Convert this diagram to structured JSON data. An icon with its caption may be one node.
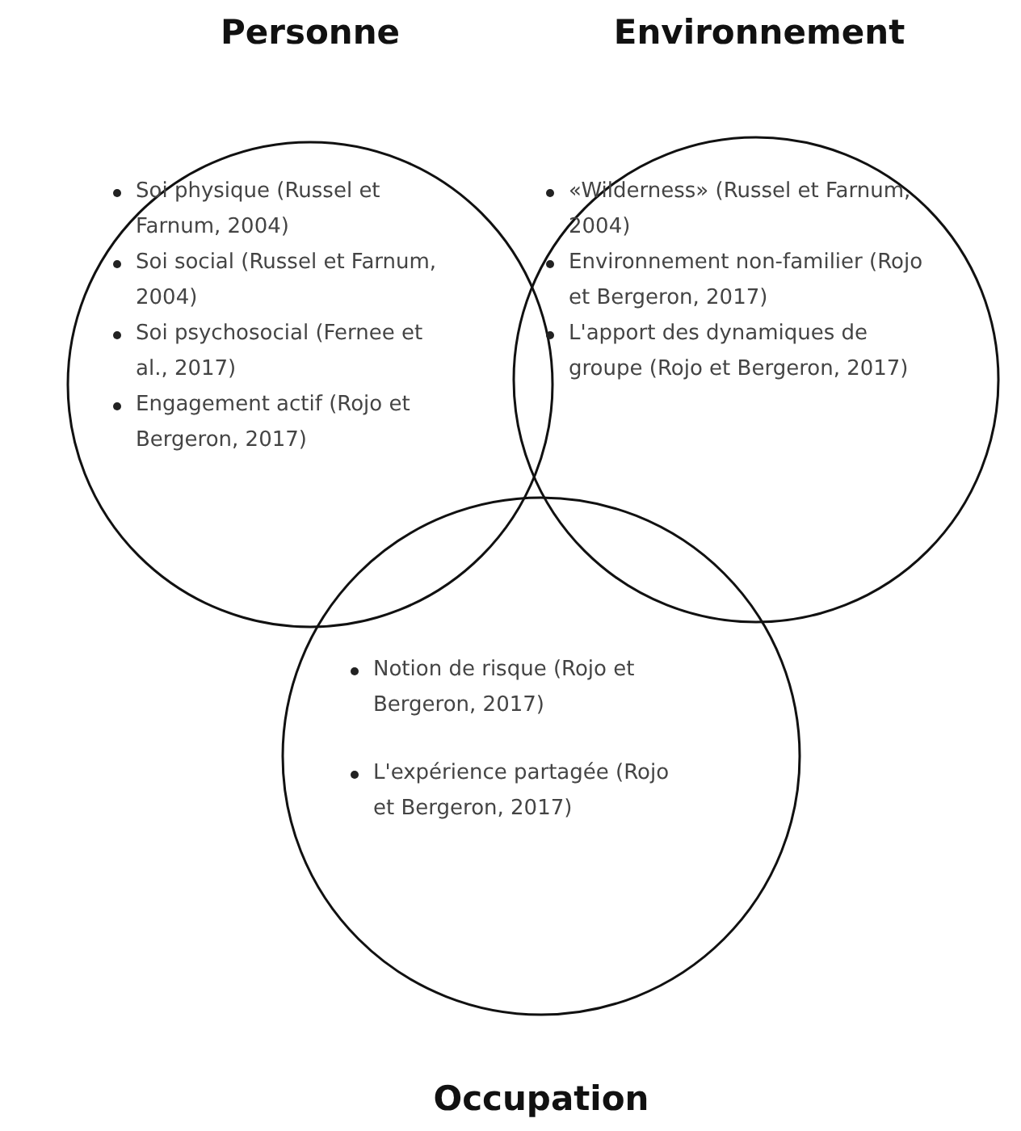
{
  "diagram": {
    "nodes": [
      {
        "text": [
          "Personne",
          "Soi physique (Russel et Farnum, 2004)",
          "Soi social (Russel et Farnum, 2004)",
          "Soi psychosocial (Fernee et al., 2017)",
          "Engagement actif (Rojo et Bergeron, 2017)"
        ]
      },
      {
        "text": [
          "Environnement",
          "«Wilderness» (Russel et Farnum, 2004)",
          "Environnement non-familier (Rojo et Bergeron, 2017)",
          "L'apport des dynamiques de groupe (Rojo et Bergeron, 2017)"
        ]
      },
      {
        "text": [
          "Notion de risque (Rojo et Bergeron, 2017)",
          "L'expérience partagée (Rojo et Bergeron, 2017)",
          "Occupation"
        ]
      }
    ]
  }
}
